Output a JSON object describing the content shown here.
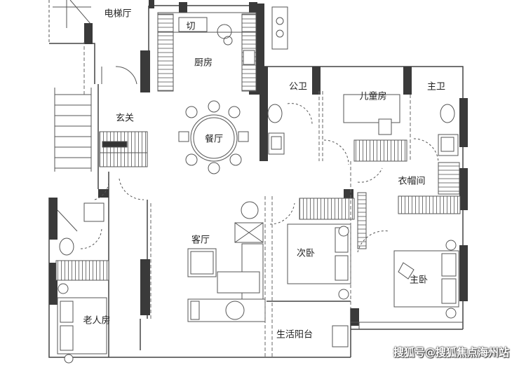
{
  "rooms": {
    "elevator_hall": "电梯厅",
    "kitchen": "厨房",
    "cut_mark": "切",
    "entrance": "玄关",
    "dining": "餐厅",
    "public_bath": "公卫",
    "kids_room": "儿童房",
    "master_bath": "主卫",
    "cloakroom": "衣帽间",
    "living_room": "客厅",
    "second_bedroom": "次卧",
    "master_bedroom": "主卧",
    "elderly_room": "老人房",
    "service_balcony": "生活阳台"
  },
  "watermark": "搜狐号@搜狐焦点海州站",
  "colors": {
    "wall": "#3a3a3a",
    "line": "#444444",
    "hatch": "#888888"
  }
}
